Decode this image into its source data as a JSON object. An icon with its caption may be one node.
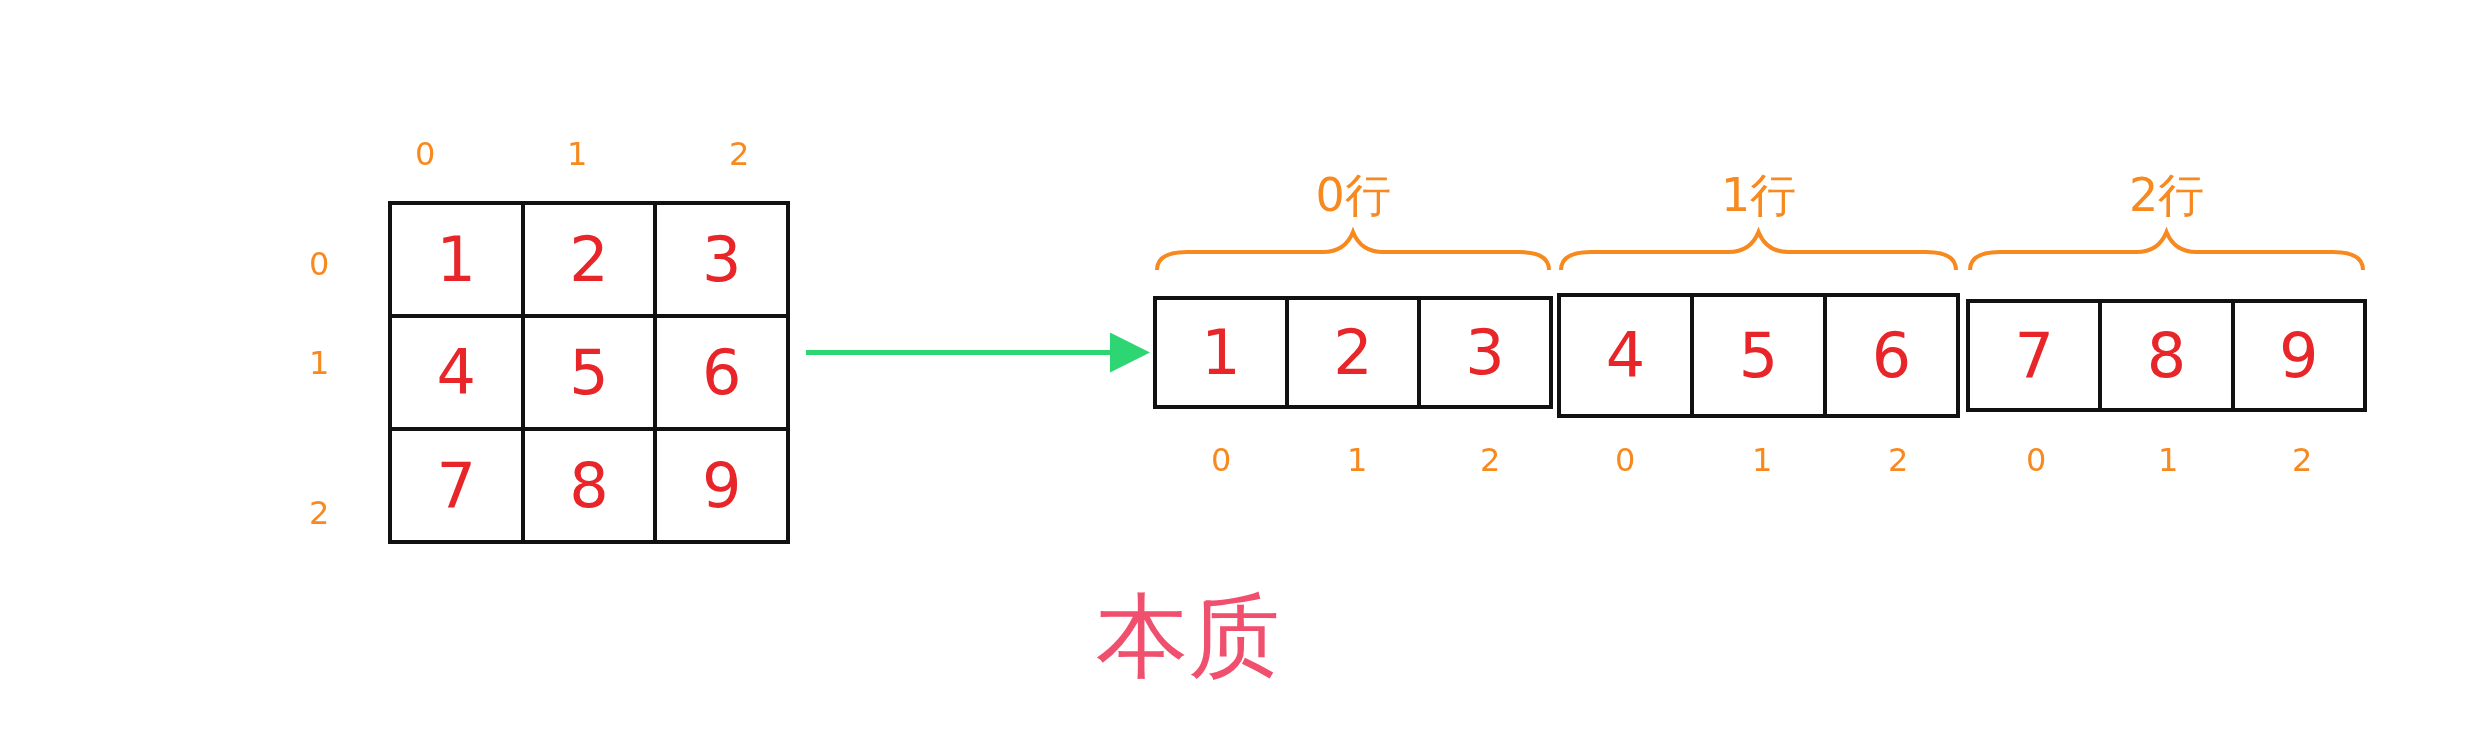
{
  "diagram": {
    "nodes": [
      {
        "text": [],
        "shape": "box"
      },
      {
        "text": [
          "1"
        ],
        "in": 0
      },
      {
        "text": [
          "2"
        ],
        "in": 0
      },
      {
        "text": [
          "3"
        ],
        "in": 0
      },
      {
        "text": [
          "4"
        ],
        "in": 0
      },
      {
        "text": [
          "5"
        ],
        "in": 0
      },
      {
        "text": [
          "6"
        ],
        "in": 0
      },
      {
        "text": [
          "7"
        ],
        "in": 0
      },
      {
        "text": [
          "8"
        ],
        "in": 0
      },
      {
        "text": [
          "9"
        ],
        "in": 0
      },
      {
        "text": [],
        "shape": "box",
        "beside": [
          "0行"
        ]
      },
      {
        "text": [],
        "shape": "box",
        "beside": [
          "1行"
        ]
      },
      {
        "text": [],
        "shape": "box",
        "beside": [
          "2行"
        ]
      },
      {
        "text": [
          "1"
        ],
        "in": 10
      },
      {
        "text": [
          "2"
        ],
        "in": 10
      },
      {
        "text": [
          "3"
        ],
        "in": 10
      },
      {
        "text": [
          "4"
        ],
        "in": 11
      },
      {
        "text": [
          "5"
        ],
        "in": 11
      },
      {
        "text": [
          "6"
        ],
        "in": 11
      },
      {
        "text": [
          "7"
        ],
        "in": 12
      },
      {
        "text": [
          "8"
        ],
        "in": 12
      },
      {
        "text": [
          "9"
        ],
        "in": 12
      }
    ],
    "edges": [
      {
        "from": 0,
        "to": 10,
        "arrow": "to"
      }
    ],
    "labels": [
      "0",
      "1",
      "2",
      "0",
      "1",
      "2",
      "0",
      "1",
      "2",
      "0",
      "1",
      "2",
      "0",
      "1",
      "2",
      "本质"
    ]
  }
}
